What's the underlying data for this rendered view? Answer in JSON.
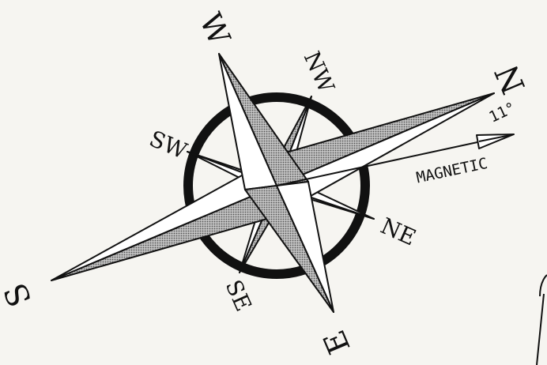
{
  "compass": {
    "labels": {
      "n": "N",
      "s": "S",
      "e": "E",
      "w": "W",
      "ne": "NE",
      "nw": "NW",
      "se": "SE",
      "sw": "SW"
    },
    "magnetic": {
      "label": "MAGNETIC",
      "declination": "11°"
    }
  },
  "colors": {
    "ink": "#111111",
    "paper": "#f6f5f1",
    "shade": "#a9a9a9"
  }
}
